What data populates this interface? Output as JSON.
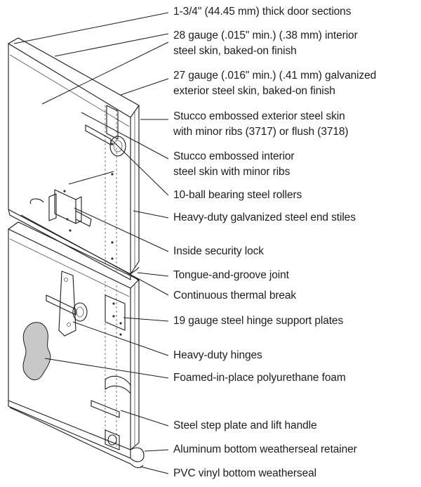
{
  "labels": [
    {
      "lines": [
        "1-3/4\" (44.45 mm) thick door sections"
      ]
    },
    {
      "lines": [
        "28 gauge (.015\" min.) (.38 mm) interior",
        "steel skin, baked-on finish"
      ]
    },
    {
      "lines": [
        "27 gauge (.016\" min.) (.41 mm) galvanized",
        "exterior steel skin, baked-on finish"
      ]
    },
    {
      "lines": [
        "Stucco embossed exterior steel skin",
        "with minor ribs (3717) or flush (3718)"
      ]
    },
    {
      "lines": [
        "Stucco embossed interior",
        "steel skin with minor ribs"
      ]
    },
    {
      "lines": [
        "10-ball bearing steel rollers"
      ]
    },
    {
      "lines": [
        "Heavy-duty galvanized steel end stiles"
      ]
    },
    {
      "lines": [
        "Inside security lock"
      ]
    },
    {
      "lines": [
        "Tongue-and-groove joint"
      ]
    },
    {
      "lines": [
        "Continuous thermal break"
      ]
    },
    {
      "lines": [
        "19 gauge steel hinge support plates"
      ]
    },
    {
      "lines": [
        "Heavy-duty hinges"
      ]
    },
    {
      "lines": [
        "Foamed-in-place polyurethane foam"
      ]
    },
    {
      "lines": [
        "Steel step plate and lift handle"
      ]
    },
    {
      "lines": [
        "Aluminum bottom weatherseal retainer"
      ]
    },
    {
      "lines": [
        "PVC vinyl bottom weatherseal"
      ]
    }
  ],
  "colors": {
    "line": "#1a1a1a",
    "text": "#1d1d1d",
    "foam": "#c8c8c8",
    "panel": "#ffffff"
  }
}
